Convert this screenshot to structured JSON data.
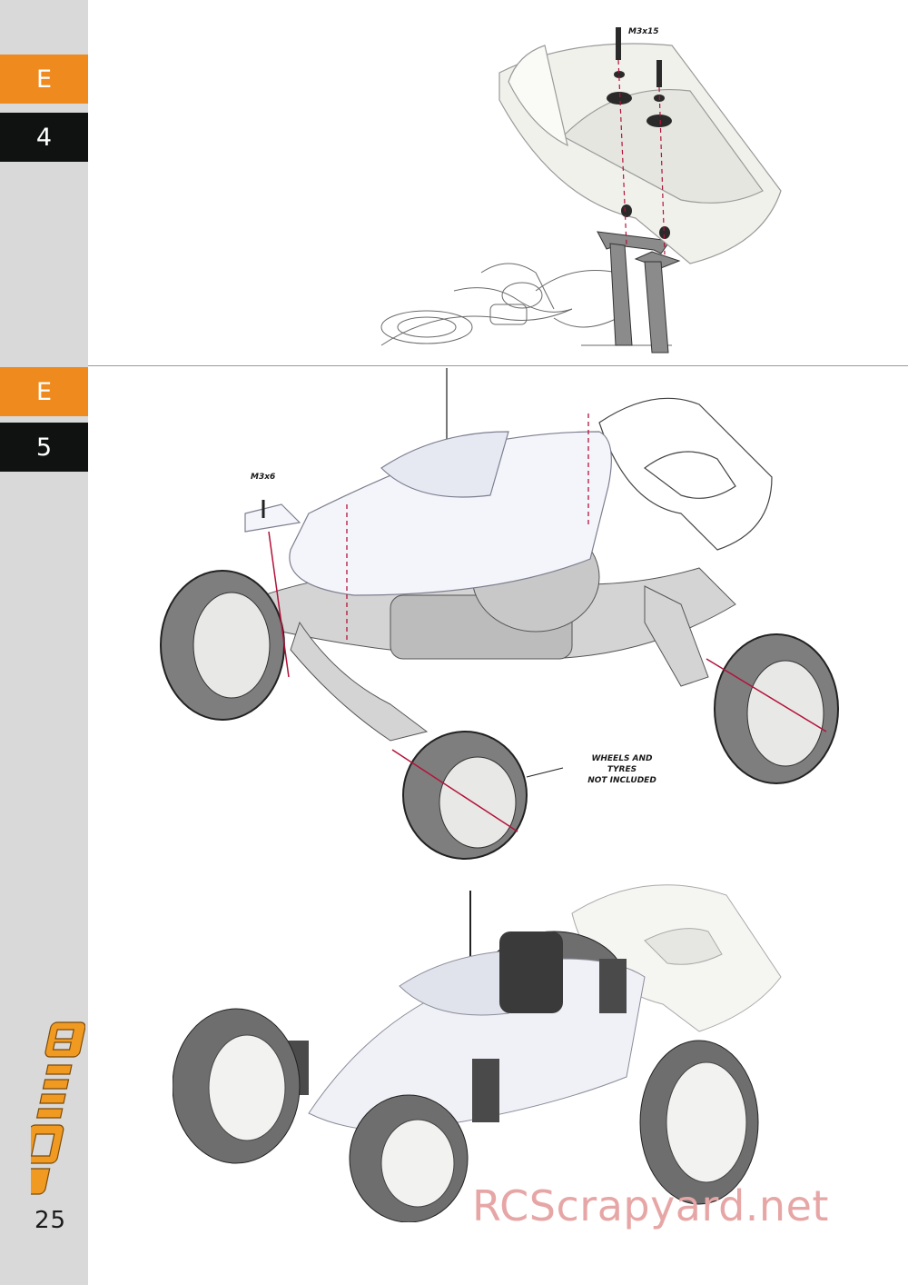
{
  "steps": [
    {
      "section": "E",
      "number": "4"
    },
    {
      "section": "E",
      "number": "5"
    }
  ],
  "callouts": {
    "screw_wing": "M3x15",
    "screw_body": "M3x6",
    "wheels_note_line1": "WHEELS AND",
    "wheels_note_line2": "TYRES",
    "wheels_note_line3": "NOT INCLUDED"
  },
  "page_number": "25",
  "watermark": "RCScrapyard.net",
  "colors": {
    "tab_orange": "#ef8a1e",
    "tab_black": "#0f1210",
    "sidebar": "#d9d9d9",
    "logo_orange": "#f19a22",
    "guide_line": "#b3123a"
  }
}
